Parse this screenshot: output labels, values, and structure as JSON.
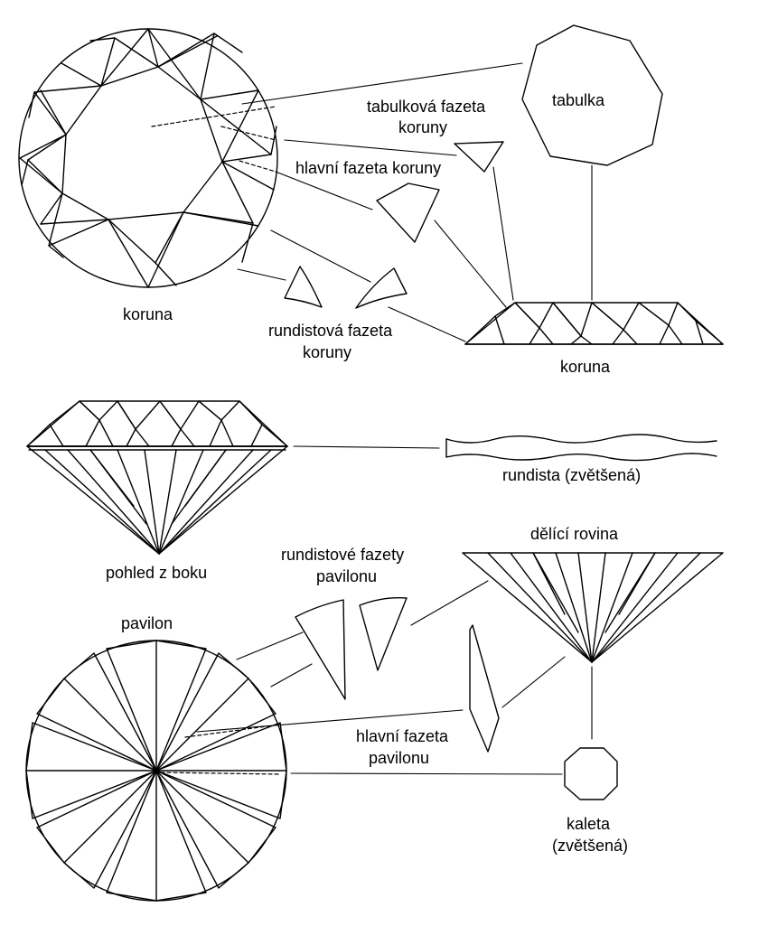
{
  "labels": {
    "koruna_top": "koruna",
    "tabulka": "tabulka",
    "tabulkova_line1": "tabulková fazeta",
    "tabulkova_line2": "koruny",
    "hlavni_koruny": "hlavní fazeta koruny",
    "rundistova_line1": "rundistová fazeta",
    "rundistova_line2": "koruny",
    "koruna_side": "koruna",
    "rundista": "rundista (zvětšená)",
    "pohled": "pohled z boku",
    "rundistove_line1": "rundistové fazety",
    "rundistove_line2": "pavilonu",
    "delici": "dělící rovina",
    "pavilon": "pavilon",
    "hlavni_pav_line1": "hlavní fazeta",
    "hlavni_pav_line2": "pavilonu",
    "kaleta_line1": "kaleta",
    "kaleta_line2": "(zvětšená)"
  }
}
